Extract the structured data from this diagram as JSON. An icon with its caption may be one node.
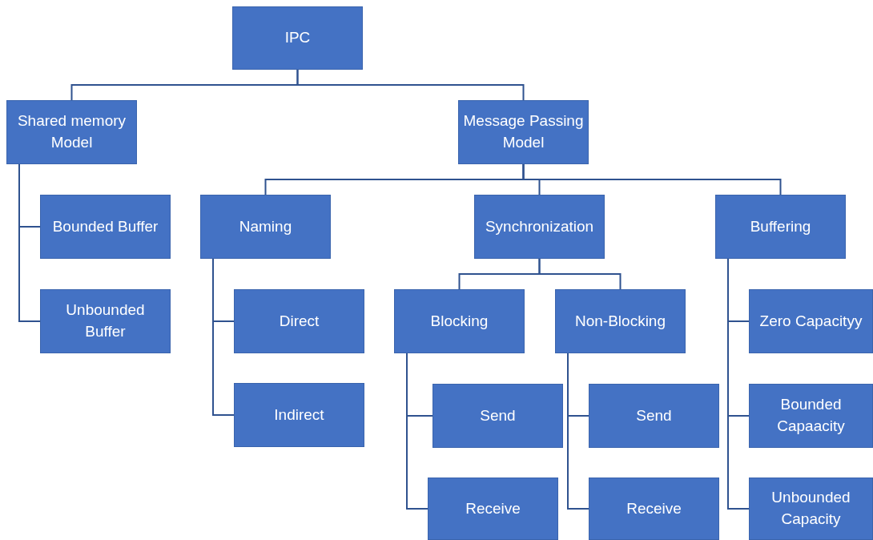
{
  "diagram": {
    "nodes": [
      {
        "text": [
          "IPC"
        ]
      },
      {
        "text": [
          "Shared memory Model"
        ]
      },
      {
        "text": [
          "Message Passing Model"
        ]
      },
      {
        "text": [
          "Bounded Buffer"
        ]
      },
      {
        "text": [
          "Unbounded Buffer"
        ]
      },
      {
        "text": [
          "Naming"
        ]
      },
      {
        "text": [
          "Synchronization"
        ]
      },
      {
        "text": [
          "Buffering"
        ]
      },
      {
        "text": [
          "Direct"
        ]
      },
      {
        "text": [
          "Indirect"
        ]
      },
      {
        "text": [
          "Blocking"
        ]
      },
      {
        "text": [
          "Non-Blocking"
        ]
      },
      {
        "text": [
          "Send"
        ]
      },
      {
        "text": [
          "Receive"
        ]
      },
      {
        "text": [
          "Send"
        ]
      },
      {
        "text": [
          "Receive"
        ]
      },
      {
        "text": [
          "Zero Capacityy"
        ]
      },
      {
        "text": [
          "Bounded Capaacity"
        ]
      },
      {
        "text": [
          "Unbounded Capacity"
        ]
      }
    ],
    "edges": [
      {
        "from": 0,
        "to": 1,
        "arrow": "none"
      },
      {
        "from": 0,
        "to": 2,
        "arrow": "none"
      },
      {
        "from": 1,
        "to": 3,
        "arrow": "none"
      },
      {
        "from": 1,
        "to": 4,
        "arrow": "none"
      },
      {
        "from": 2,
        "to": 5,
        "arrow": "none"
      },
      {
        "from": 2,
        "to": 6,
        "arrow": "none"
      },
      {
        "from": 2,
        "to": 7,
        "arrow": "none"
      },
      {
        "from": 5,
        "to": 8,
        "arrow": "none"
      },
      {
        "from": 5,
        "to": 9,
        "arrow": "none"
      },
      {
        "from": 6,
        "to": 10,
        "arrow": "none"
      },
      {
        "from": 6,
        "to": 11,
        "arrow": "none"
      },
      {
        "from": 10,
        "to": 12,
        "arrow": "none"
      },
      {
        "from": 10,
        "to": 13,
        "arrow": "none"
      },
      {
        "from": 11,
        "to": 14,
        "arrow": "none"
      },
      {
        "from": 11,
        "to": 15,
        "arrow": "none"
      },
      {
        "from": 7,
        "to": 16,
        "arrow": "none"
      },
      {
        "from": 7,
        "to": 17,
        "arrow": "none"
      },
      {
        "from": 7,
        "to": 18,
        "arrow": "none"
      }
    ]
  }
}
